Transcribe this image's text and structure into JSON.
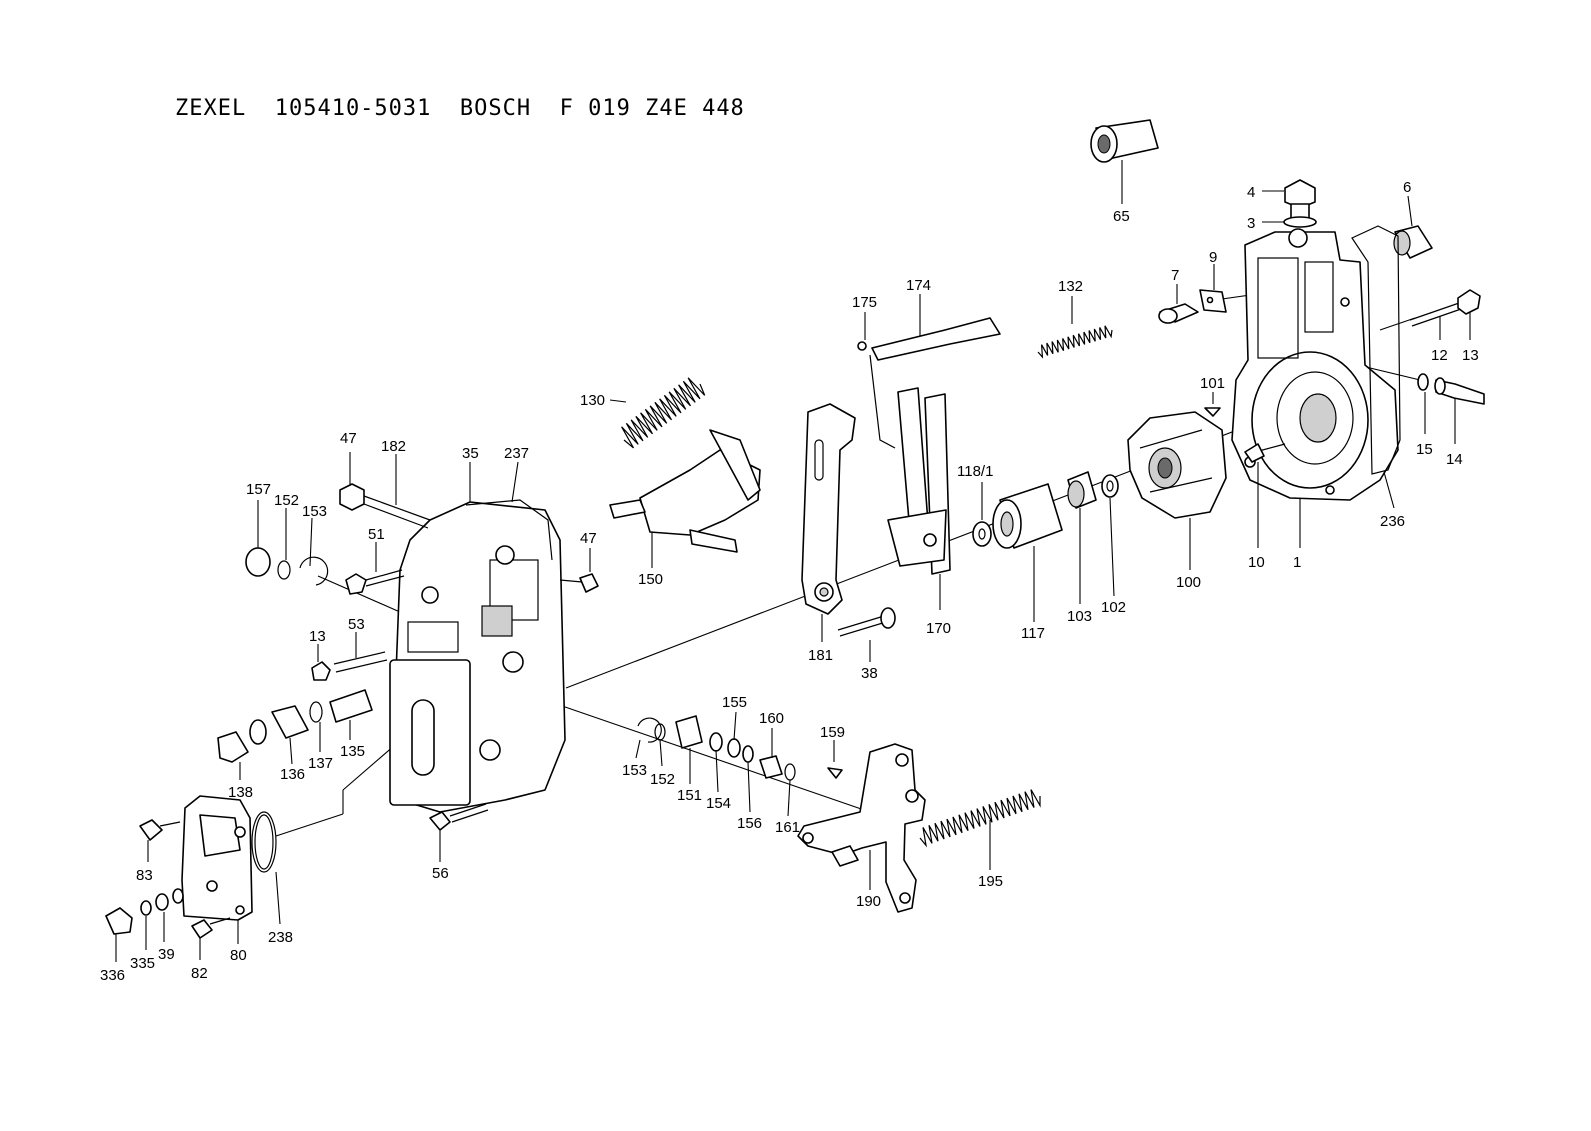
{
  "title": "ZEXEL  105410-5031  BOSCH  F 019 Z4E 448",
  "callouts": {
    "c1": "1",
    "c3": "3",
    "c4": "4",
    "c6": "6",
    "c7": "7",
    "c9": "9",
    "c10": "10",
    "c12": "12",
    "c13a": "13",
    "c13b": "13",
    "c14": "14",
    "c15": "15",
    "c35": "35",
    "c38": "38",
    "c39": "39",
    "c47a": "47",
    "c47b": "47",
    "c51": "51",
    "c53": "53",
    "c56": "56",
    "c65": "65",
    "c80": "80",
    "c82": "82",
    "c83": "83",
    "c100": "100",
    "c101": "101",
    "c102": "102",
    "c103": "103",
    "c117": "117",
    "c118": "118/1",
    "c130": "130",
    "c132": "132",
    "c135": "135",
    "c136": "136",
    "c137": "137",
    "c138": "138",
    "c150": "150",
    "c151": "151",
    "c152a": "152",
    "c152b": "152",
    "c153a": "153",
    "c153b": "153",
    "c154": "154",
    "c155": "155",
    "c156": "156",
    "c157": "157",
    "c159": "159",
    "c160": "160",
    "c161": "161",
    "c170": "170",
    "c174": "174",
    "c175": "175",
    "c181": "181",
    "c182": "182",
    "c190": "190",
    "c195": "195",
    "c236": "236",
    "c237": "237",
    "c238": "238",
    "c335": "335",
    "c336": "336"
  }
}
